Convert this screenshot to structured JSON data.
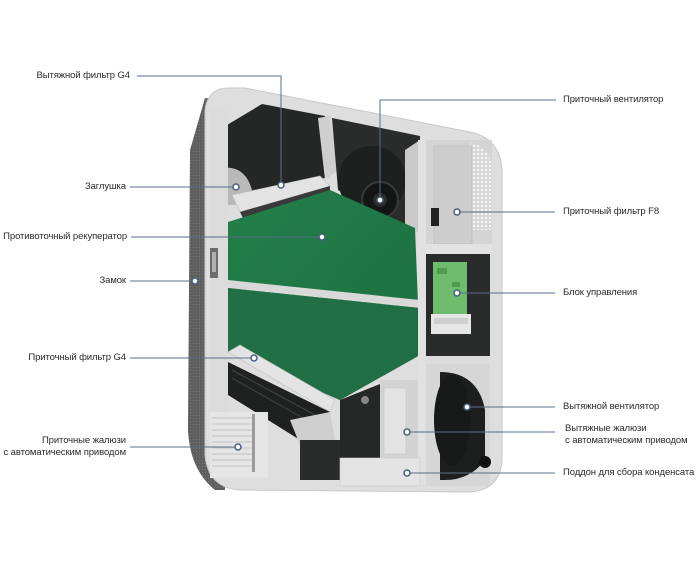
{
  "diagram": {
    "subject": "Приточно-вытяжная установка с рекуператором (разрез)",
    "colors": {
      "leader_line": "#5a6c8a",
      "dot_fill": "#ffffff",
      "dot_stroke": "#4a5d7e",
      "housing_light": "#dcdcdc",
      "housing_side": "#5a5a5a",
      "recuperator_green": "#1f7a45",
      "dark_interior": "#262828",
      "control_board": "#6fbf6f"
    },
    "labels_left": [
      {
        "id": "exhaust-filter-g4",
        "text": "Вытяжной фильтр G4"
      },
      {
        "id": "plug",
        "text": "Заглушка"
      },
      {
        "id": "counterflow-recuperator",
        "text": "Противоточный рекуператор"
      },
      {
        "id": "lock",
        "text": "Замок"
      },
      {
        "id": "supply-filter-g4",
        "text": "Приточный фильтр G4"
      },
      {
        "id": "supply-louvers",
        "line1": "Приточные жалюзи",
        "line2": "с автоматическим приводом"
      }
    ],
    "labels_right": [
      {
        "id": "supply-fan",
        "text": "Приточный вентилятор"
      },
      {
        "id": "supply-filter-f8",
        "text": "Приточный фильтр F8"
      },
      {
        "id": "control-unit",
        "text": "Блок управления"
      },
      {
        "id": "exhaust-fan",
        "text": "Вытяжной вентилятор"
      },
      {
        "id": "exhaust-louvers",
        "line1": "Вытяжные жалюзи",
        "line2": "с автоматическим приводом"
      },
      {
        "id": "condensate-tray",
        "text": "Поддон для сбора конденсата"
      }
    ]
  }
}
